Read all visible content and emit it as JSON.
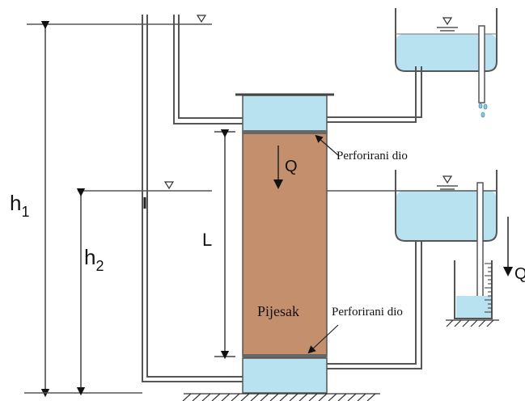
{
  "labels": {
    "h1_main": "h",
    "h1_sub": "1",
    "h2_main": "h",
    "h2_sub": "2",
    "L": "L",
    "Q_column": "Q",
    "Q_right": "Q",
    "perforated_top": "Perforirani dio",
    "perforated_bottom": "Perforirani dio",
    "sand": "Pijesak"
  },
  "colors": {
    "water": "#b9e2f1",
    "sand": "#c48f6c",
    "line": "#555555",
    "text": "#111111"
  }
}
